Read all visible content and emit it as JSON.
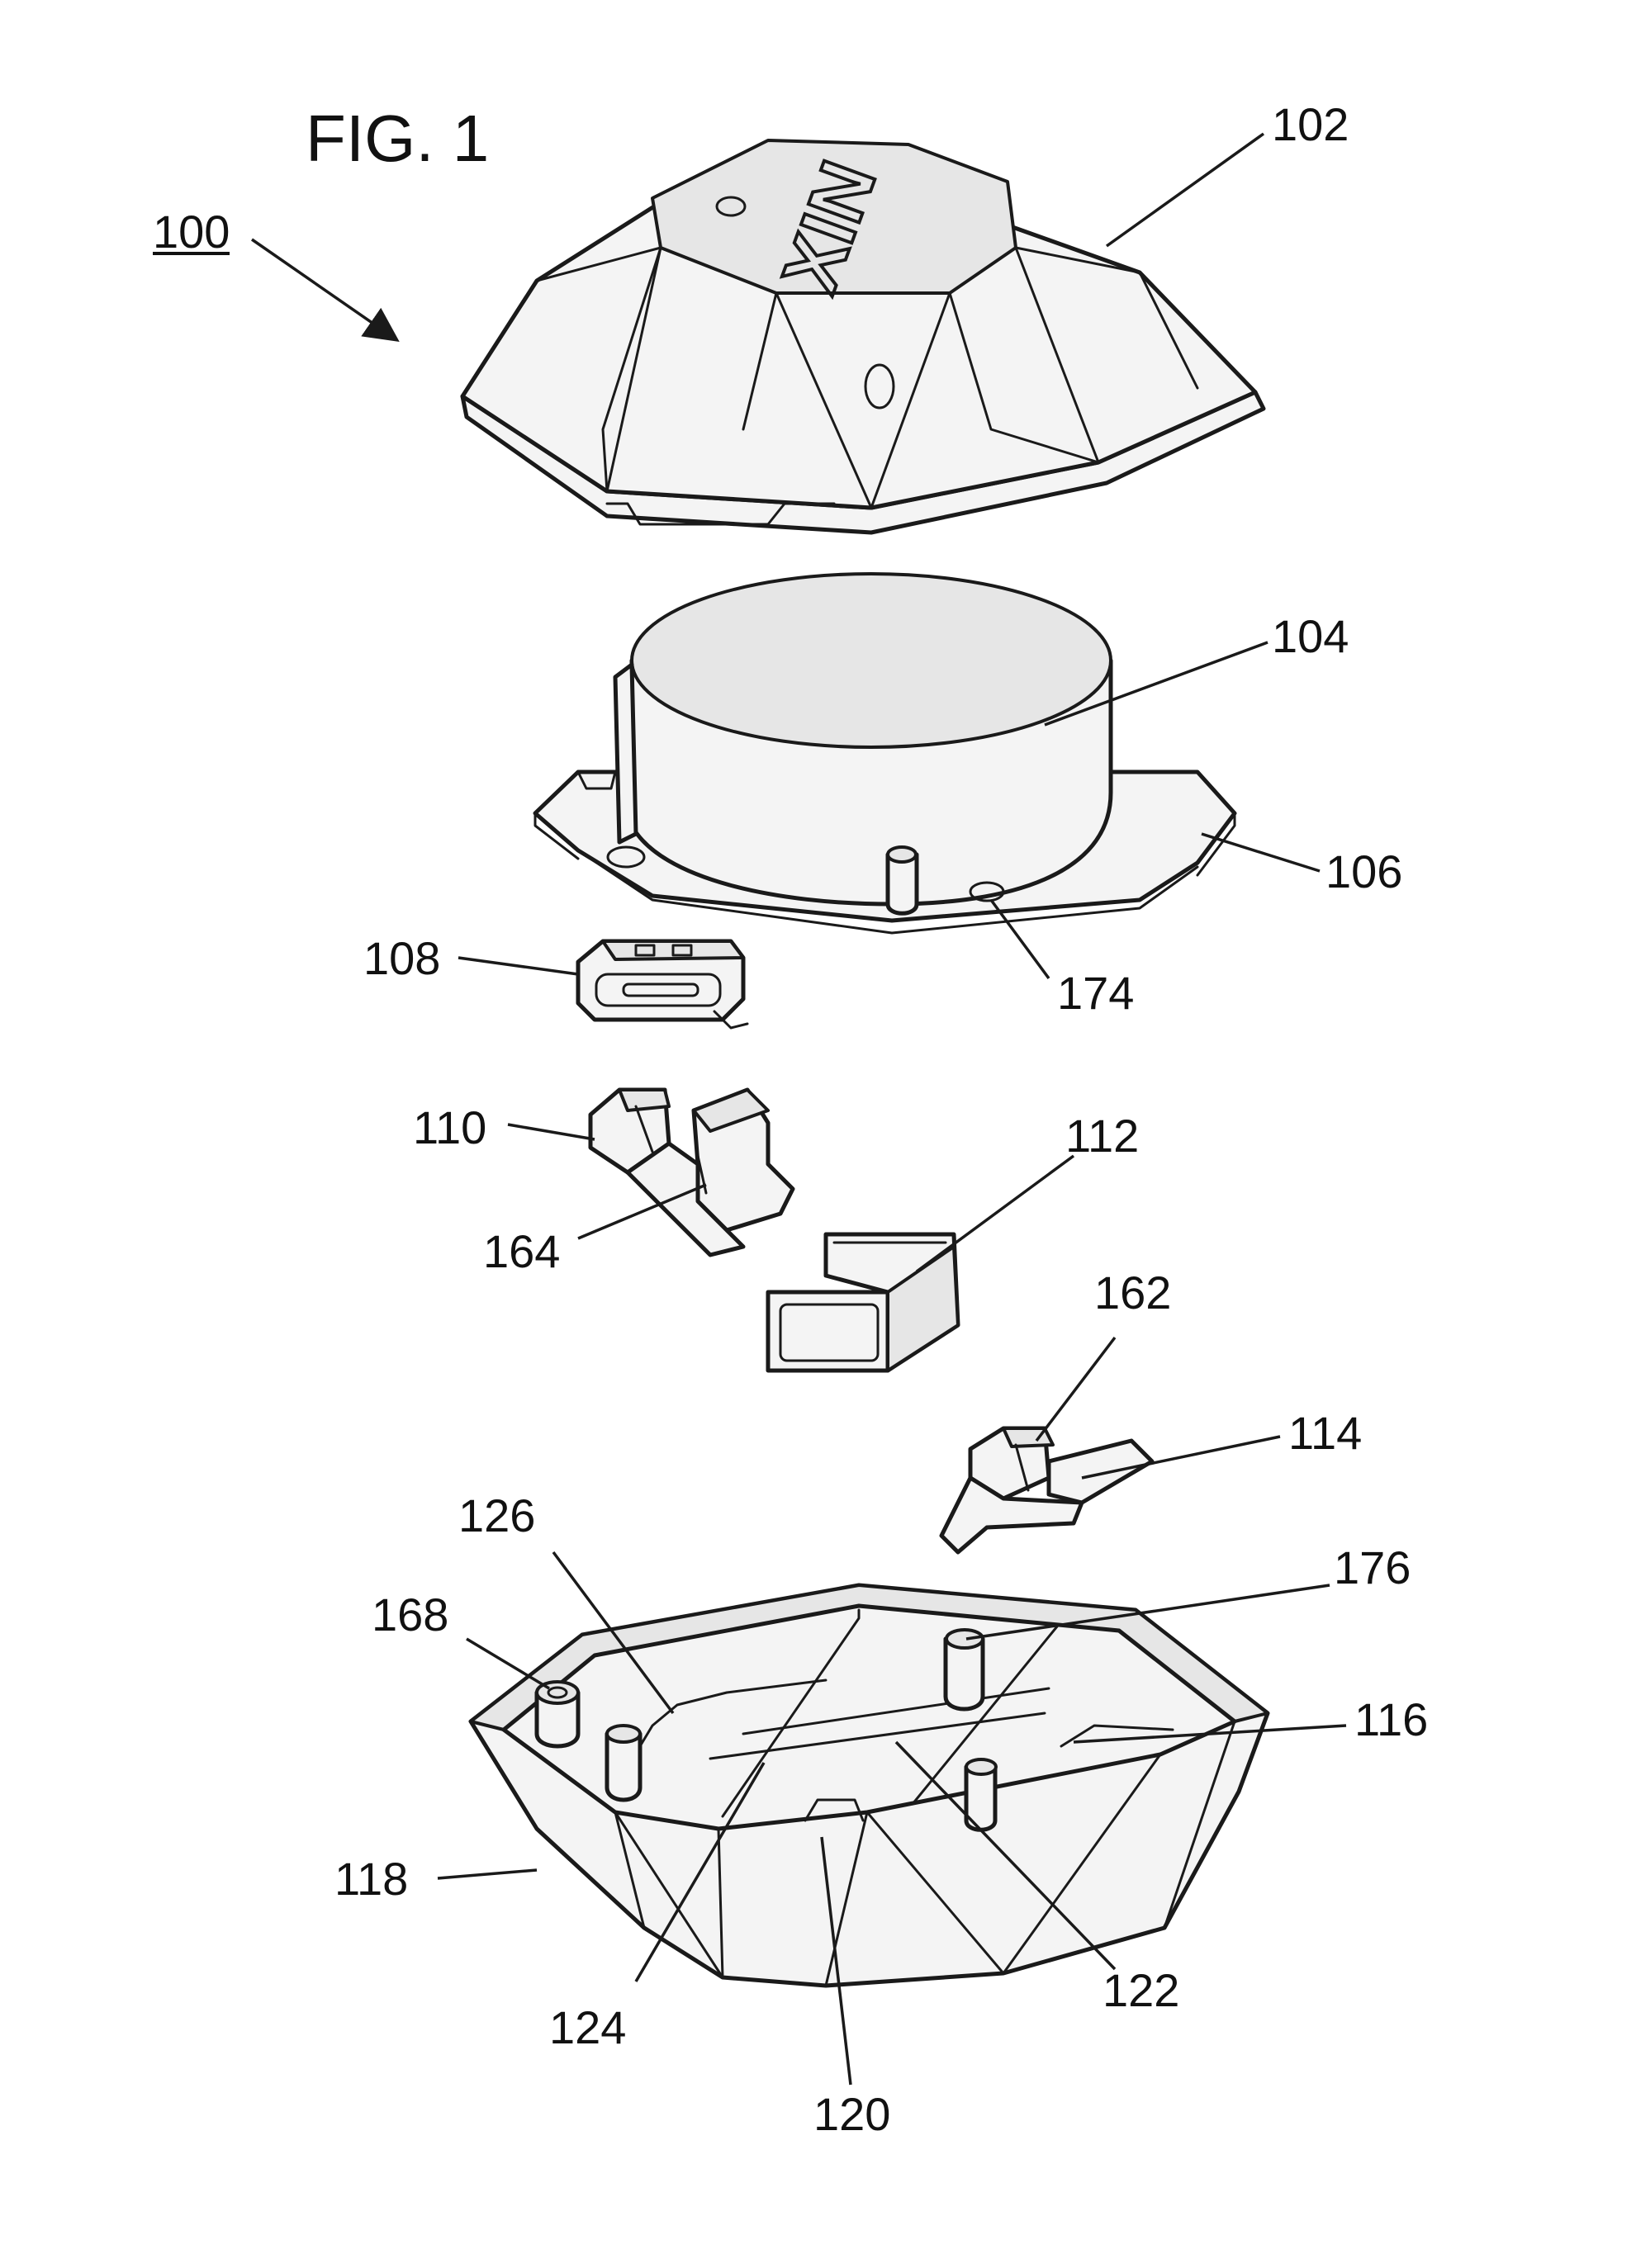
{
  "figure": {
    "title": "FIG. 1",
    "assembly_ref": "100",
    "refs": {
      "r102": "102",
      "r104": "104",
      "r106": "106",
      "r108": "108",
      "r110": "110",
      "r112": "112",
      "r114": "114",
      "r116": "116",
      "r118": "118",
      "r120": "120",
      "r122": "122",
      "r124": "124",
      "r126": "126",
      "r162": "162",
      "r164": "164",
      "r168": "168",
      "r174": "174",
      "r176": "176"
    },
    "logo_text": "XIN"
  }
}
